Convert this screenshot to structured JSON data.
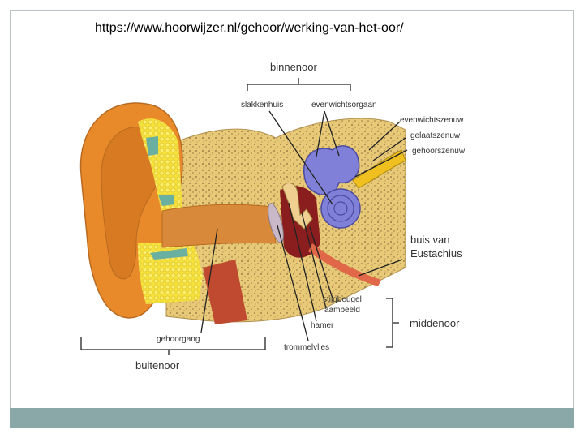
{
  "source_url": "https://www.hoorwijzer.nl/gehoor/werking-van-het-oor/",
  "labels": {
    "binnenoor": "binnenoor",
    "slakkenhuis": "slakkenhuis",
    "evenwichtsorgaan": "evenwichtsorgaan",
    "evenwichtszenuw": "evenwichtszenuw",
    "gelaatszenuw": "gelaatszenuw",
    "gehoorszenuw": "gehoorszenuw",
    "buis_van": "buis van",
    "eustachius": "Eustachius",
    "stijgbeugel": "stijgbeugel",
    "aambeeld": "aambeeld",
    "hamer": "hamer",
    "middenoor": "middenoor",
    "trommelvlies": "trommelvlies",
    "gehoorgang": "gehoorgang",
    "buitenoor": "buitenoor"
  },
  "colors": {
    "skin": "#e8892a",
    "skin_dark": "#c06a18",
    "bone": "#e7c978",
    "bone_dot": "#8a6a3a",
    "fat": "#f5e23c",
    "cochlea": "#8080d8",
    "nerve": "#f0c020",
    "canal": "#d88a3a",
    "cavity": "#8a1e1e",
    "muscle": "#c04a30",
    "teal": "#6ab0a0",
    "footer": "#8aa8a8"
  }
}
